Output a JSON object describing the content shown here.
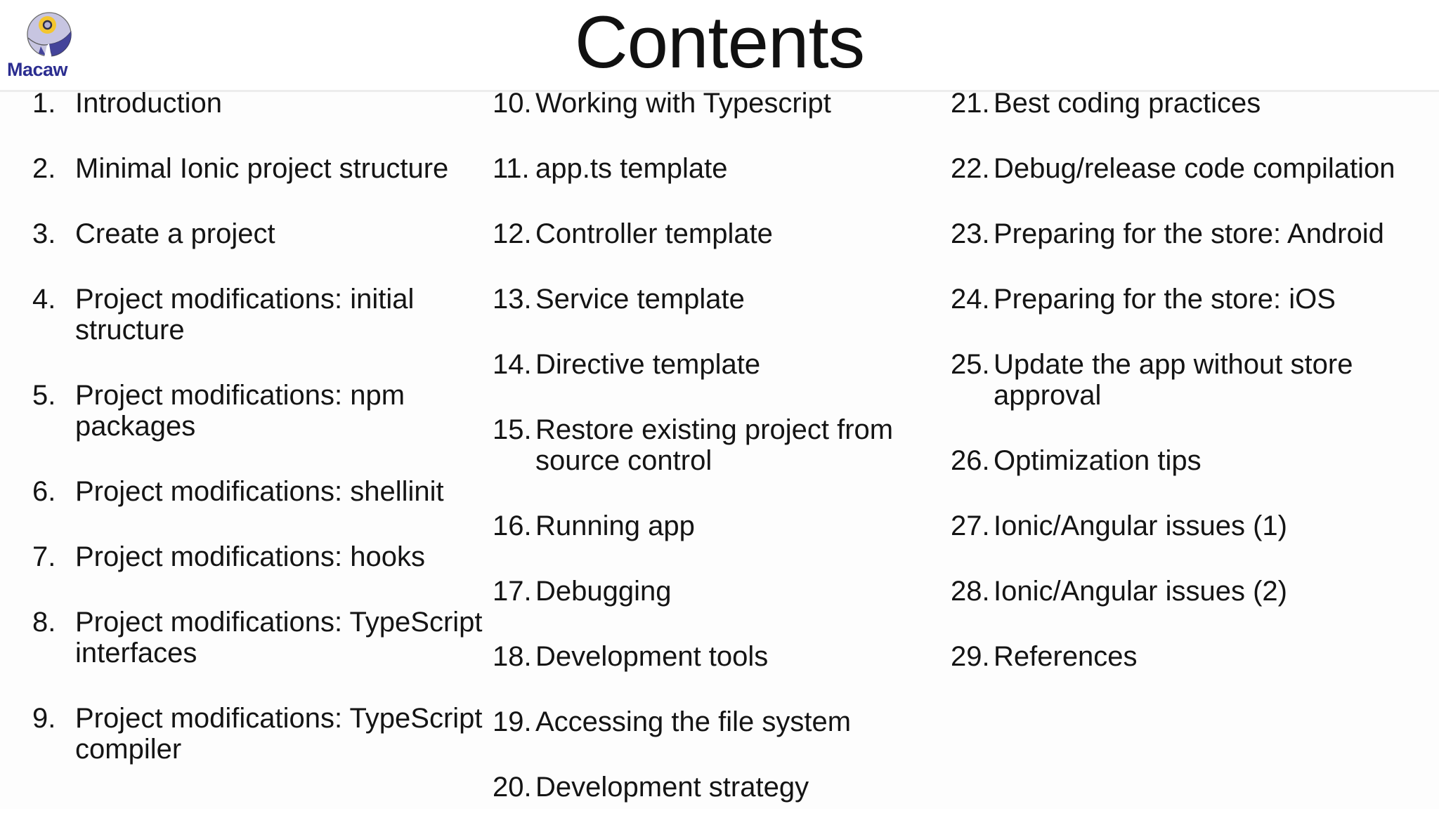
{
  "brand": "Macaw",
  "title": "Contents",
  "colors": {
    "text_color": "#141414",
    "brand_text": "#2b2d90",
    "divider_color": "#ececec",
    "logo_lavender": "#c7c5e1",
    "logo_dark_purple": "#44449a",
    "logo_yellow": "#f4c62f",
    "logo_dot": "#b3b1d4",
    "logo_outline": "#6b6b6b"
  },
  "columns": [
    {
      "items": [
        {
          "num": "1.",
          "label": "Introduction"
        },
        {
          "num": "2.",
          "label": "Minimal Ionic project structure"
        },
        {
          "num": "3.",
          "label": "Create a project"
        },
        {
          "num": "4.",
          "label": "Project modifications: initial structure"
        },
        {
          "num": "5.",
          "label": "Project modifications: npm packages"
        },
        {
          "num": "6.",
          "label": "Project modifications: shellinit"
        },
        {
          "num": "7.",
          "label": "Project modifications: hooks"
        },
        {
          "num": "8.",
          "label": "Project modifications: TypeScript interfaces"
        },
        {
          "num": "9.",
          "label": "Project modifications: TypeScript compiler"
        }
      ]
    },
    {
      "items": [
        {
          "num": "10.",
          "label": "Working with Typescript"
        },
        {
          "num": "11.",
          "label": "app.ts template"
        },
        {
          "num": "12.",
          "label": "Controller template"
        },
        {
          "num": "13.",
          "label": "Service template"
        },
        {
          "num": "14.",
          "label": "Directive template"
        },
        {
          "num": "15.",
          "label": "Restore existing project from source control"
        },
        {
          "num": "16.",
          "label": "Running app"
        },
        {
          "num": "17.",
          "label": "Debugging"
        },
        {
          "num": "18.",
          "label": "Development tools"
        },
        {
          "num": "19.",
          "label": "Accessing the file system"
        },
        {
          "num": "20.",
          "label": "Development strategy"
        }
      ]
    },
    {
      "items": [
        {
          "num": "21.",
          "label": "Best coding practices"
        },
        {
          "num": "22.",
          "label": "Debug/release code compilation"
        },
        {
          "num": "23.",
          "label": "Preparing for the store: Android"
        },
        {
          "num": "24.",
          "label": "Preparing for the store: iOS"
        },
        {
          "num": "25.",
          "label": "Update the app without store approval"
        },
        {
          "num": "26.",
          "label": "Optimization tips"
        },
        {
          "num": "27.",
          "label": "Ionic/Angular issues (1)"
        },
        {
          "num": "28.",
          "label": "Ionic/Angular issues (2)"
        },
        {
          "num": "29.",
          "label": "References"
        }
      ]
    }
  ]
}
